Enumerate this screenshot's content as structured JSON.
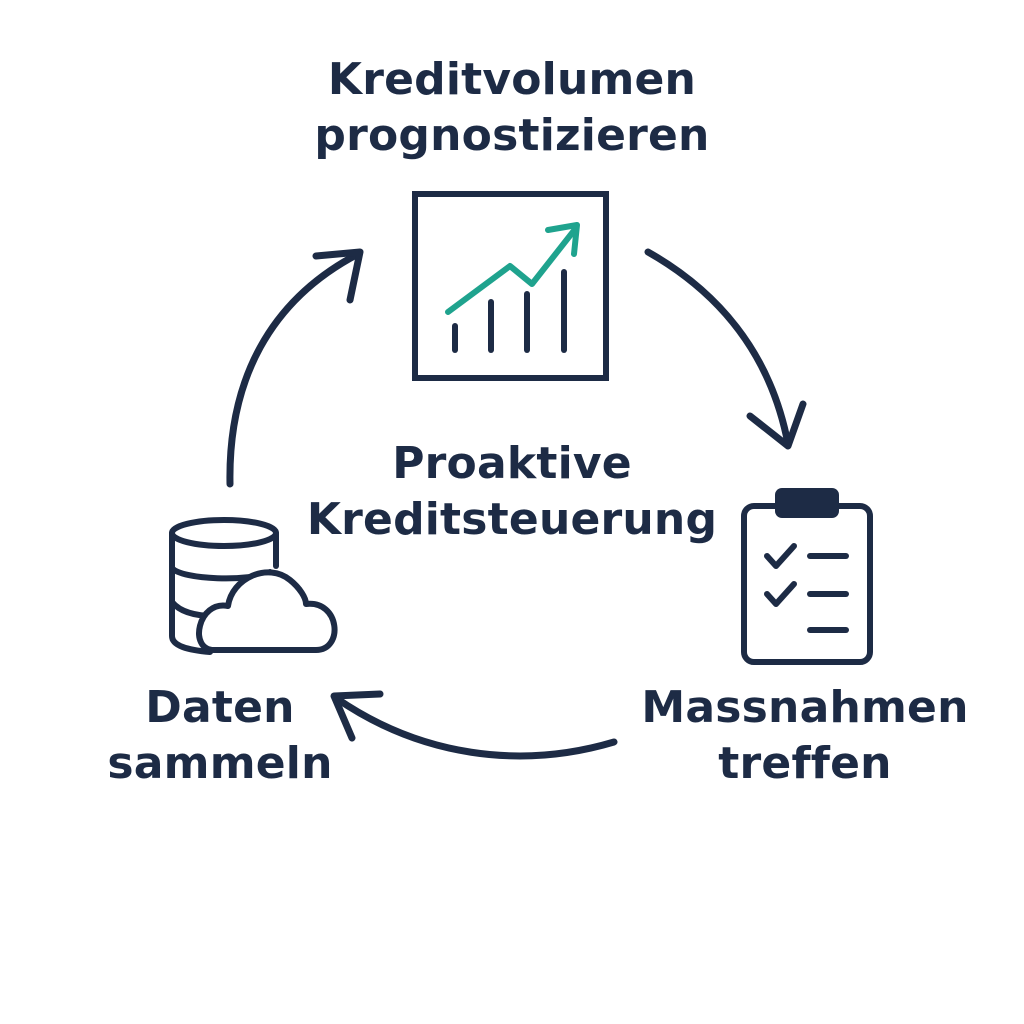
{
  "colors": {
    "ink": "#1d2b45",
    "accent": "#1fa38e",
    "background": "#ffffff"
  },
  "center": {
    "line1": "Proaktive",
    "line2": "Kreditsteuerung"
  },
  "steps": [
    {
      "line1": "Kreditvolumen",
      "line2": "prognostizieren",
      "icon": "growth-chart-icon"
    },
    {
      "line1": "Massnahmen",
      "line2": "treffen",
      "icon": "clipboard-checklist-icon"
    },
    {
      "line1": "Daten",
      "line2": "sammeln",
      "icon": "database-cloud-icon"
    }
  ]
}
